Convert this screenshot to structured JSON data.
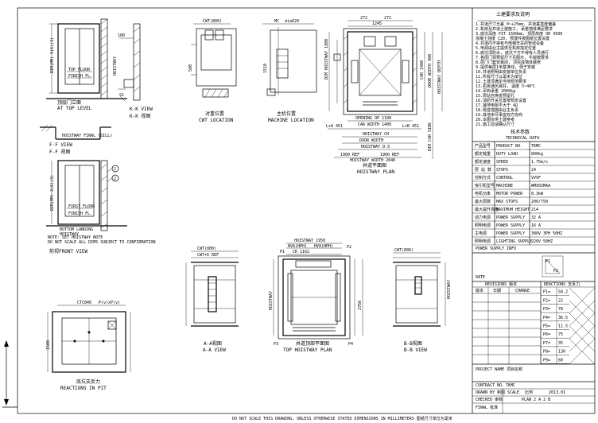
{
  "views": {
    "at_top_level": {
      "en": "AT TOP LEVEL"
    },
    "k_view": {
      "en": "K-K VIEW",
      "cn": "K-K 视图"
    },
    "f_view": {
      "en": "F-F VIEW",
      "cn": "F-F 视图"
    },
    "cwt_location": {
      "en": "CWT LOCATION"
    },
    "machine_location": {
      "en": "MACHINE LOCATION",
      "tag": "MC"
    },
    "hoistway_plan": {
      "en": "HOISTWAY PLAN"
    },
    "front_view": {
      "en": "前视FRONT VIEW"
    },
    "reactions_in_pit": {
      "en": "REACTIONS IN PIT"
    },
    "a_view": {
      "cn": "A-A视图",
      "en": "A-A VIEW"
    },
    "top_hoistway": {
      "en": "TOP HOISTWAY PLAN"
    },
    "b_view": {
      "cn": "B-B视图",
      "en": "B-B VIEW"
    }
  },
  "markers": {
    "circle_1": "1",
    "circle_2": "2",
    "p1": "P1",
    "p2": "P2",
    "p3": "P3",
    "p4": "P4",
    "dim_272a": "272",
    "dim_272b": "272",
    "dim_1245": "1245",
    "dim_2750": "2750",
    "dim_ck": "CK 1162",
    "dim_cwt": "CWT(800)"
  },
  "notes_title": "土建要求及说明",
  "tech_title": "技术参数",
  "tech_title_en": "TECHNICAL DATA",
  "tech_rows": [
    {
      "cn": "产品型号",
      "en": "PRODUCT NO.",
      "val": "TKMC"
    },
    {
      "cn": "额定载重",
      "en": "DUTY LOAD",
      "val": "800kg"
    },
    {
      "cn": "额定速度",
      "en": "SPEED",
      "val": "1.75m/s"
    },
    {
      "cn": "层 站 数",
      "en": "STOPS",
      "val": "24"
    },
    {
      "cn": "控制方式",
      "en": "CONTROL",
      "val": "VVVF"
    },
    {
      "cn": "曳引机型号",
      "en": "MACHINE",
      "val": "WMX02MAA"
    },
    {
      "cn": "电机功率",
      "en": "MOTOR POWER",
      "val": "8.3kW"
    },
    {
      "cn": "最大层数",
      "en": "MAX STOPS",
      "val": "200/750"
    },
    {
      "cn": "最大提升高度",
      "en": "MAXIMUM HEIGHT",
      "val": "214"
    },
    {
      "cn": "动力电源",
      "en": "POWER SUPPLY",
      "val": "32 A"
    },
    {
      "cn": "照明电源",
      "en": "POWER SUPPLY",
      "val": "16 A"
    },
    {
      "cn": "主电源",
      "en": "POWER SUPPLY",
      "val": "380V 3PH 50HZ"
    },
    {
      "cn": "照明电源",
      "en": "LIGHTING SUPPLY",
      "val": "220V 50HZ"
    }
  ],
  "tech_footer": "POWER SUPPLY INFO",
  "date_label": "DATE",
  "revisions": {
    "title": "REVISIONS 版本",
    "cols": [
      "版本",
      "日期",
      "CHANGE"
    ]
  },
  "reactions": {
    "title": "REACTIONS 支反力",
    "rows": [
      {
        "k": "P1=",
        "v": "58.2"
      },
      {
        "k": "P2=",
        "v": "22"
      },
      {
        "k": "P3=",
        "v": "78"
      },
      {
        "k": "P4=",
        "v": "36.5"
      },
      {
        "k": "P5=",
        "v": "11.5"
      },
      {
        "k": "P6=",
        "v": "75"
      },
      {
        "k": "P7=",
        "v": "35"
      },
      {
        "k": "P8=",
        "v": "130"
      },
      {
        "k": "P9=",
        "v": "60"
      }
    ]
  },
  "project": {
    "label": "PROJECT NAME 项目名称"
  },
  "contract": {
    "label": "CONTRACT NO.",
    "val": "TKMC"
  },
  "drawn": {
    "label": "DRAWN BY 制图",
    "scale": "SCALE",
    "scale_val": "比例",
    "date": "2013.01"
  },
  "checked": {
    "label": "CHECKED 审核",
    "sheet": "PLAN 2 A 2 B"
  },
  "final": {
    "label": "FINAL 批准"
  },
  "bottom_note": "DO NOT SCALE THIS DRAWING, UNLESS OTHERWISE STATED DIMENSIONS IN MILLIMETERS 图纸尺寸单位为毫米"
}
